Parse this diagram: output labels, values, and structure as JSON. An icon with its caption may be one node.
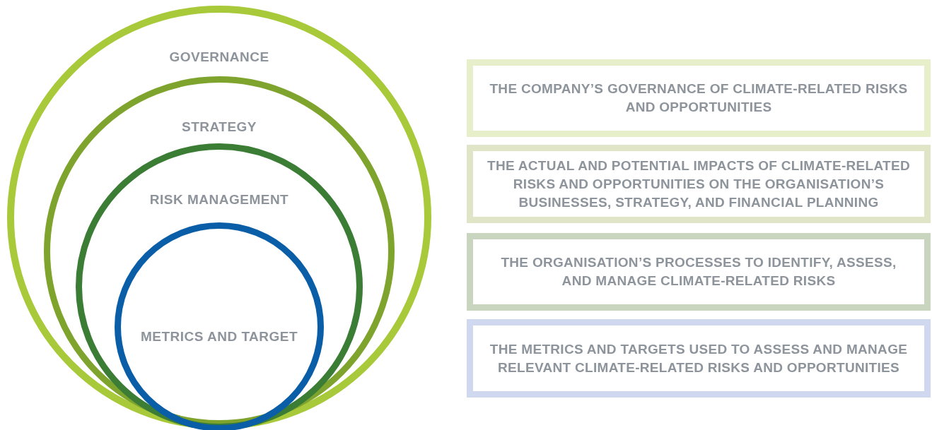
{
  "diagram": {
    "nodes": [
      {
        "text": [
          "GOVERNANCE"
        ]
      },
      {
        "text": [
          "STRATEGY"
        ],
        "in": 0
      },
      {
        "text": [
          "RISK MANAGEMENT"
        ],
        "in": 1
      },
      {
        "text": [
          "METRICS AND TARGET"
        ],
        "in": 2
      },
      {
        "text": [
          "THE COMPANY’S GOVERNANCE OF CLIMATE-RELATED RISKS AND OPPORTUNITIES"
        ]
      },
      {
        "text": [
          "THE ACTUAL AND POTENTIAL IMPACTS OF CLIMATE-RELATED RISKS AND OPPORTUNITIES ON THE ORGANISATION’S BUSINESSES, STRATEGY, AND FINANCIAL PLANNING"
        ]
      },
      {
        "text": [
          "THE ORGANISATION’S PROCESSES TO IDENTIFY, ASSESS, AND MANAGE CLIMATE-RELATED RISKS"
        ]
      },
      {
        "text": [
          "THE METRICS AND TARGETS USED TO ASSESS AND MANAGE RELEVANT CLIMATE-RELATED RISKS AND OPPORTUNITIES"
        ]
      }
    ]
  }
}
